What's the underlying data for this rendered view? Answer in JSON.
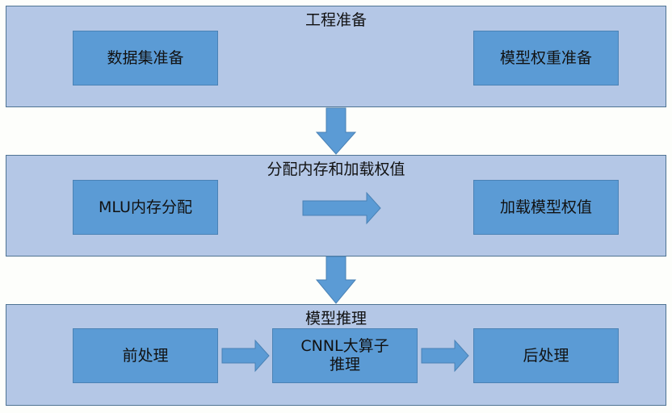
{
  "stages": [
    {
      "title": "工程准备",
      "nodes": [
        "数据集准备",
        "模型权重准备"
      ]
    },
    {
      "title": "分配内存和加载权值",
      "nodes": [
        "MLU内存分配",
        "加载模型权值"
      ]
    },
    {
      "title": "模型推理",
      "nodes": [
        "前处理",
        "CNNL大算子\n推理",
        "后处理"
      ]
    }
  ],
  "colors": {
    "stage_fill": "#b4c7e6",
    "node_fill": "#5b9bd5",
    "arrow_fill": "#5b9bd5",
    "border": "#4f7493"
  }
}
